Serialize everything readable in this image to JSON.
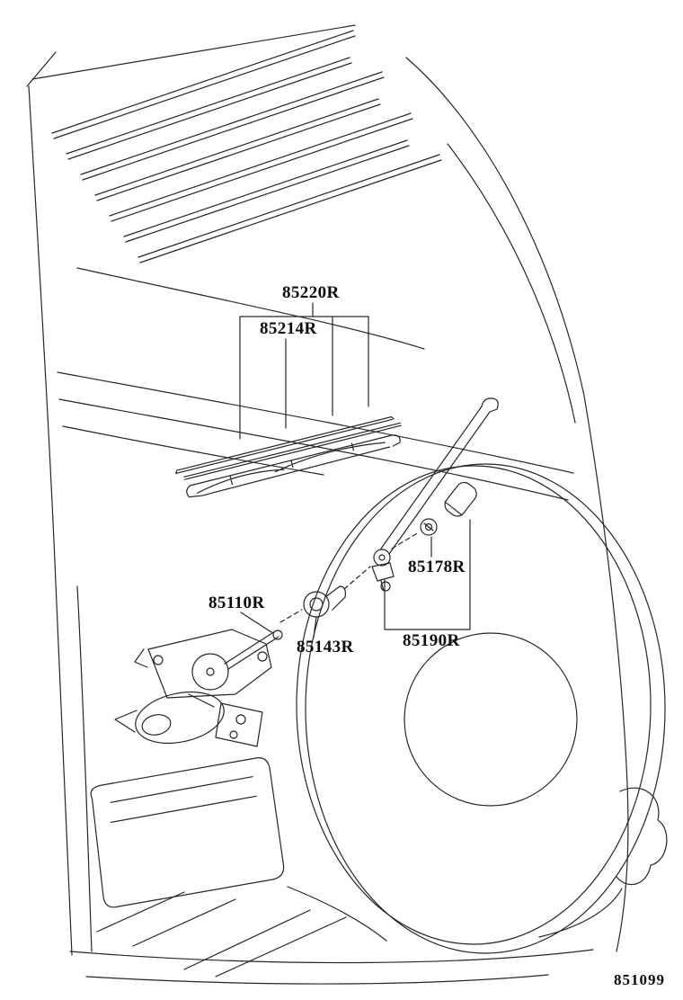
{
  "diagram": {
    "background": "#ffffff",
    "line_color": "#262626",
    "labels": {
      "l85220r": "85220R",
      "l85214r": "85214R",
      "l85110r": "85110R",
      "l85143r": "85143R",
      "l85178r": "85178R",
      "l85190r": "85190R"
    },
    "figure_code": "851099"
  }
}
